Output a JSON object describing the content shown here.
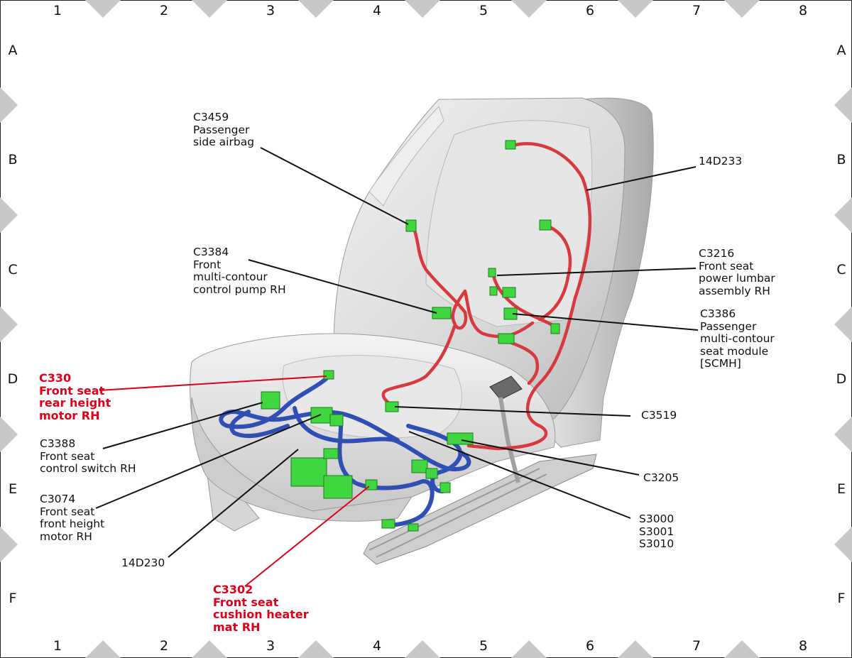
{
  "grid": {
    "columns": [
      "1",
      "2",
      "3",
      "4",
      "5",
      "6",
      "7",
      "8"
    ],
    "rows": [
      "A",
      "B",
      "C",
      "D",
      "E",
      "F"
    ]
  },
  "colors": {
    "highlight": "#e0001a",
    "harness_red": "#d8393f",
    "harness_blue": "#2f4fb5",
    "connector": "#3fd63f",
    "seat": "#dcdcdc",
    "border_marker": "#c8c8c8"
  },
  "labels": {
    "c3459": [
      "C3459",
      "Passenger",
      "side airbag"
    ],
    "h14d233": [
      "14D233"
    ],
    "c3384": [
      "C3384",
      "Front",
      "multi-contour",
      "control pump RH"
    ],
    "c3216": [
      "C3216",
      "Front seat",
      "power lumbar",
      "assembly RH"
    ],
    "c3386": [
      "C3386",
      "Passenger",
      "multi-contour",
      "seat module",
      "[SCMH]"
    ],
    "c330": [
      "C330",
      "Front seat",
      "rear height",
      "motor RH"
    ],
    "c3519": [
      "C3519"
    ],
    "c3388": [
      "C3388",
      "Front seat",
      "control switch RH"
    ],
    "c3205": [
      "C3205"
    ],
    "c3074": [
      "C3074",
      "Front seat",
      "front height",
      "motor RH"
    ],
    "s3000": [
      "S3000",
      "S3001",
      "S3010"
    ],
    "h14d230": [
      "14D230"
    ],
    "c3302": [
      "C3302",
      "Front seat",
      "cushion heater",
      "mat RH"
    ]
  }
}
